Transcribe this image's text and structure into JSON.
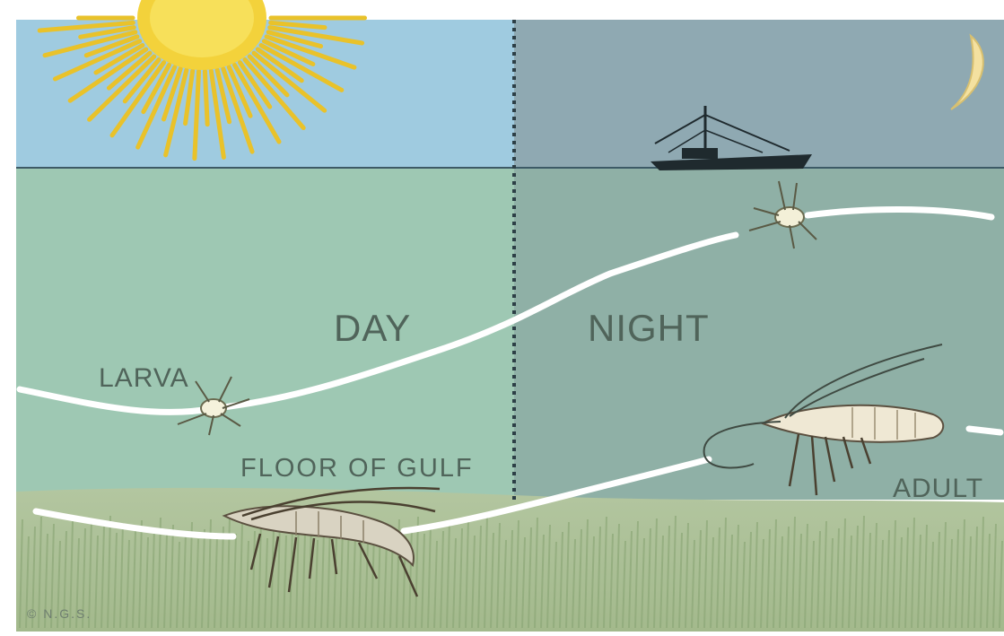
{
  "labels": {
    "day": "DAY",
    "night": "NIGHT",
    "larva": "LARVA",
    "floor": "FLOOR OF GULF",
    "adult": "ADULT",
    "copyright": "© N.G.S."
  },
  "colors": {
    "day_sky": "#9fcbe0",
    "night_sky": "#8fa9b2",
    "day_water": "#9ec8b3",
    "night_water": "#8fb0a6",
    "sea_floor": "#a9bf94",
    "path": "#ffffff",
    "sun": "#f3d23b",
    "label_text": "#50645a"
  },
  "icons": [
    "sun-icon",
    "moon-icon",
    "boat-icon",
    "larva-icon",
    "shrimp-icon"
  ]
}
